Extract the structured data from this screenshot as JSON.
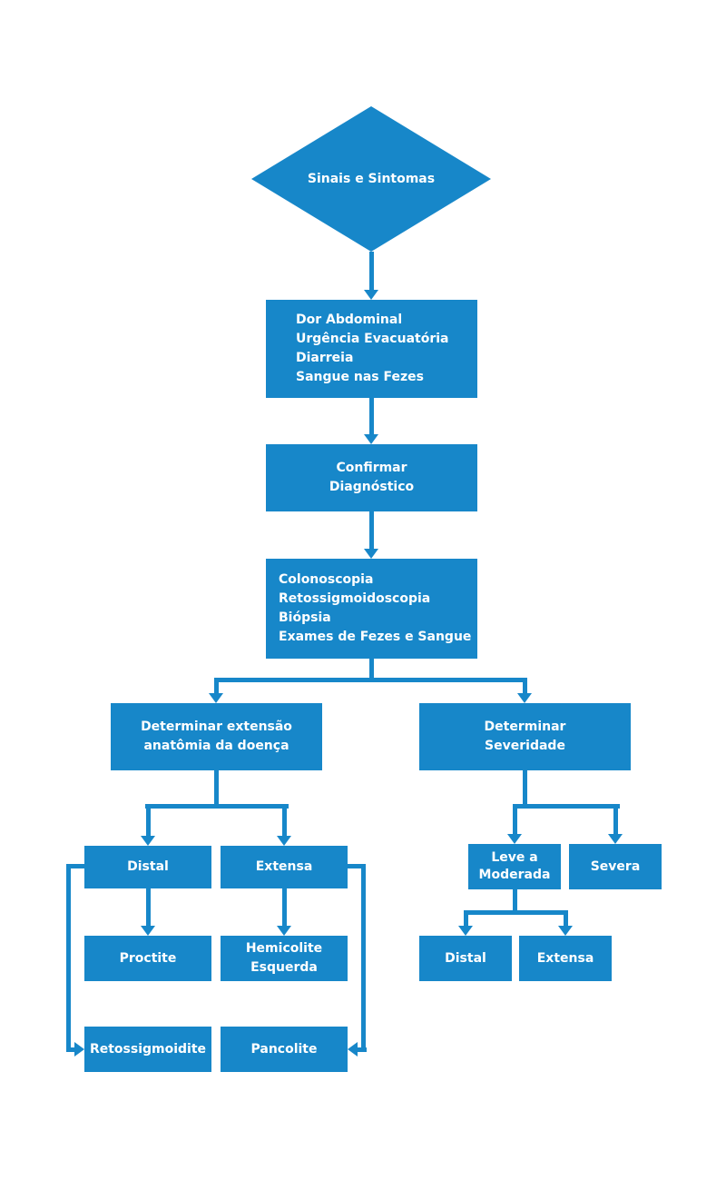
{
  "colors": {
    "primary_blue": "#1787c9",
    "text": "#ffffff",
    "background": "#ffffff"
  },
  "flowchart": {
    "decision": {
      "label": "Sinais e Sintomas"
    },
    "symptoms": {
      "lines": [
        "Dor Abdominal",
        "Urgência Evacuatória",
        "Diarreia",
        "Sangue nas Fezes"
      ]
    },
    "confirm": {
      "lines": [
        "Confirmar",
        "Diagnóstico"
      ]
    },
    "exams": {
      "lines": [
        "Colonoscopia",
        "Retossigmoidoscopia",
        "Biópsia",
        "Exames de Fezes e Sangue"
      ]
    },
    "extent": {
      "lines": [
        "Determinar extensão",
        "anatômia da doença"
      ]
    },
    "severity": {
      "lines": [
        "Determinar",
        "Severidade"
      ]
    },
    "distal_left": {
      "label": "Distal"
    },
    "extensa_left": {
      "label": "Extensa"
    },
    "proctite": {
      "label": "Proctite"
    },
    "hemicolite": {
      "lines": [
        "Hemicolite",
        "Esquerda"
      ]
    },
    "retossigmoidite": {
      "label": "Retossigmoidite"
    },
    "pancolite": {
      "label": "Pancolite"
    },
    "leve_moderada": {
      "lines": [
        "Leve a",
        "Moderada"
      ]
    },
    "severa": {
      "label": "Severa"
    },
    "distal_right": {
      "label": "Distal"
    },
    "extensa_right": {
      "label": "Extensa"
    }
  }
}
